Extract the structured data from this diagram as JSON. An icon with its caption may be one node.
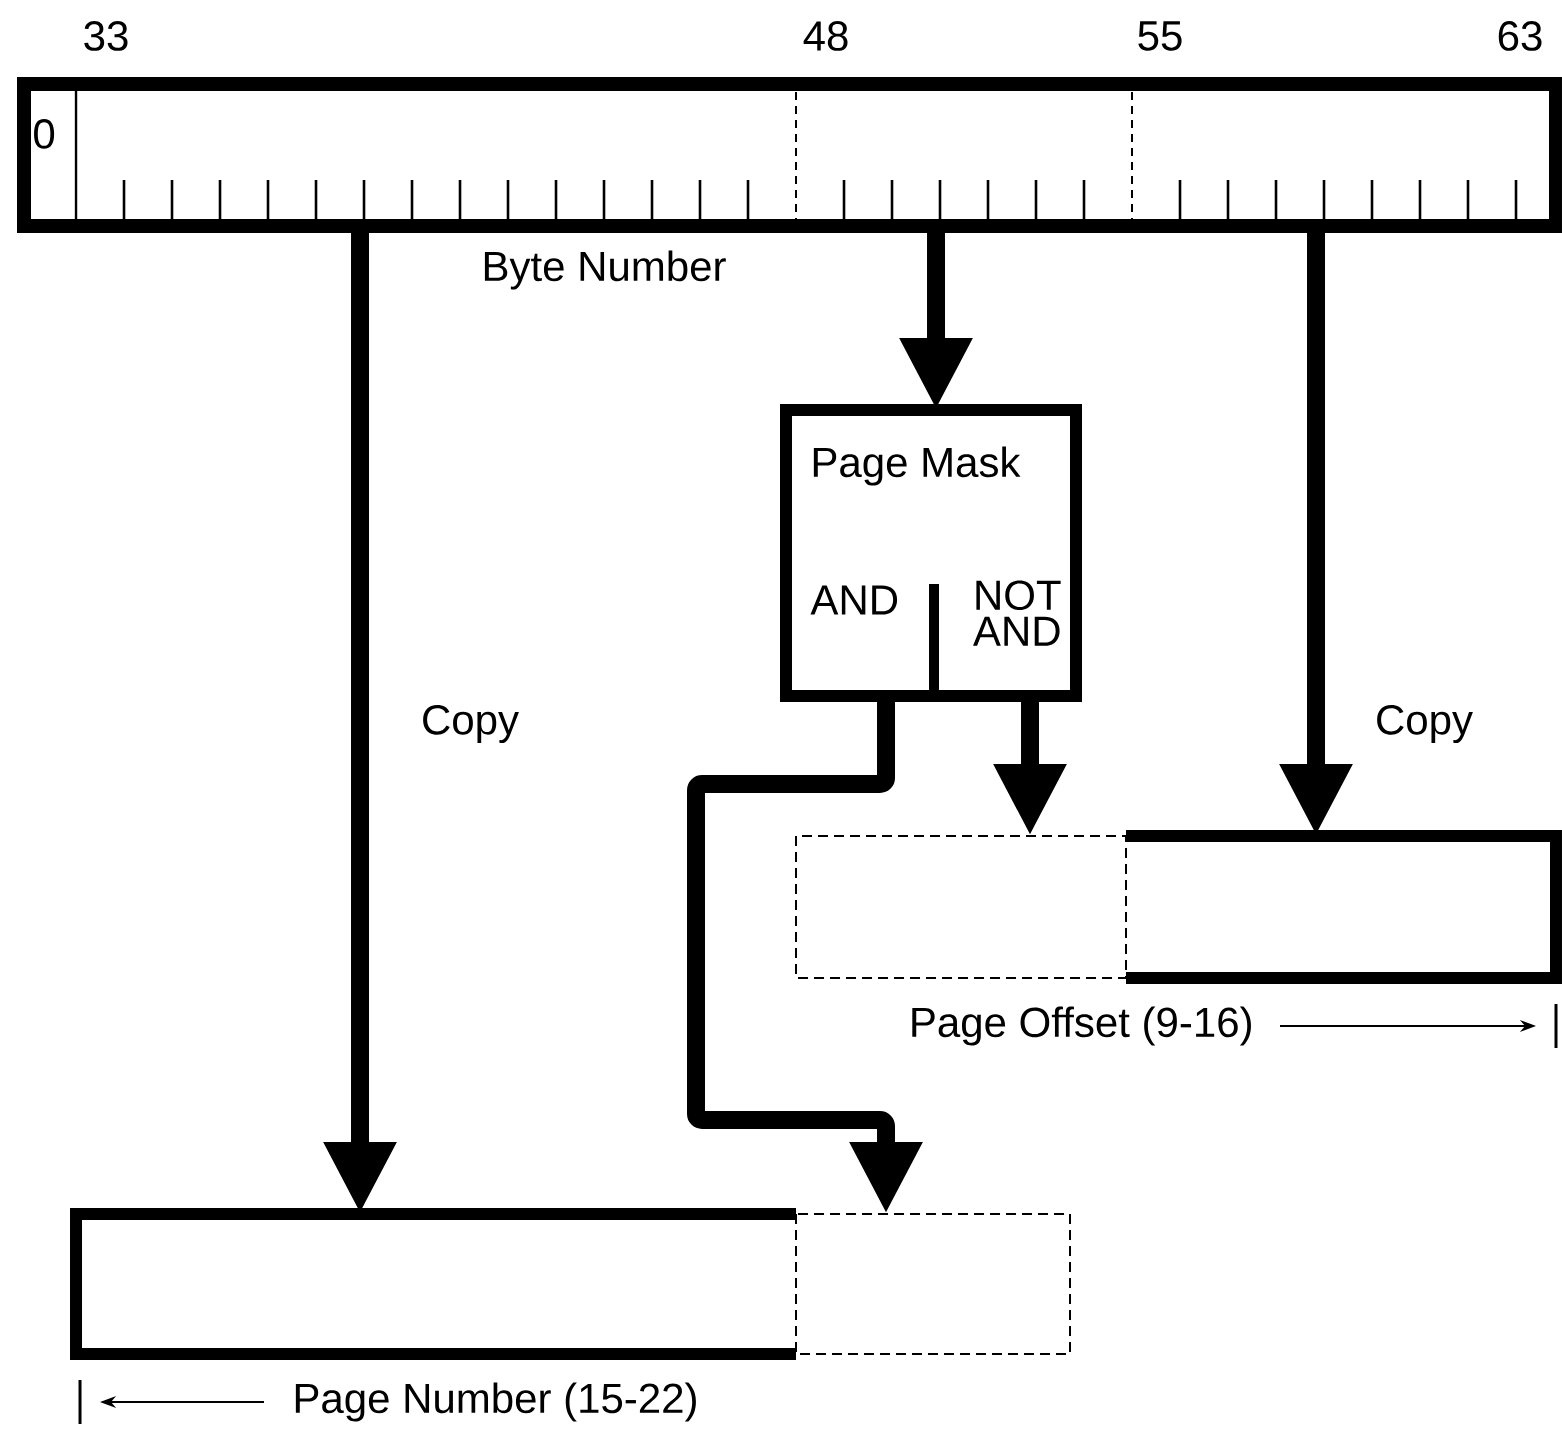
{
  "diagram": {
    "nodes": [
      {
        "text": [
          "0"
        ],
        "beside": [
          "33",
          "48",
          "55",
          "63",
          "Byte Number"
        ]
      },
      {
        "text": [
          "Page Mask",
          "AND",
          "NOT AND"
        ]
      },
      {
        "text": [],
        "shape": "box"
      },
      {
        "text": [],
        "shape": "box"
      },
      {
        "text": [],
        "shape": "box"
      },
      {
        "text": [],
        "shape": "box"
      }
    ],
    "edges": [
      {
        "from": 0,
        "to": 4,
        "arrow": "to",
        "label": "Copy"
      },
      {
        "from": 0,
        "to": 1,
        "arrow": "to"
      },
      {
        "from": 0,
        "to": 3,
        "arrow": "to",
        "label": "Copy"
      },
      {
        "from": 1,
        "to": 5,
        "arrow": "to"
      },
      {
        "from": 1,
        "to": 2,
        "arrow": "to"
      }
    ],
    "labels": [
      "Page Offset (9-16)",
      "Page Number (15-22)"
    ]
  }
}
